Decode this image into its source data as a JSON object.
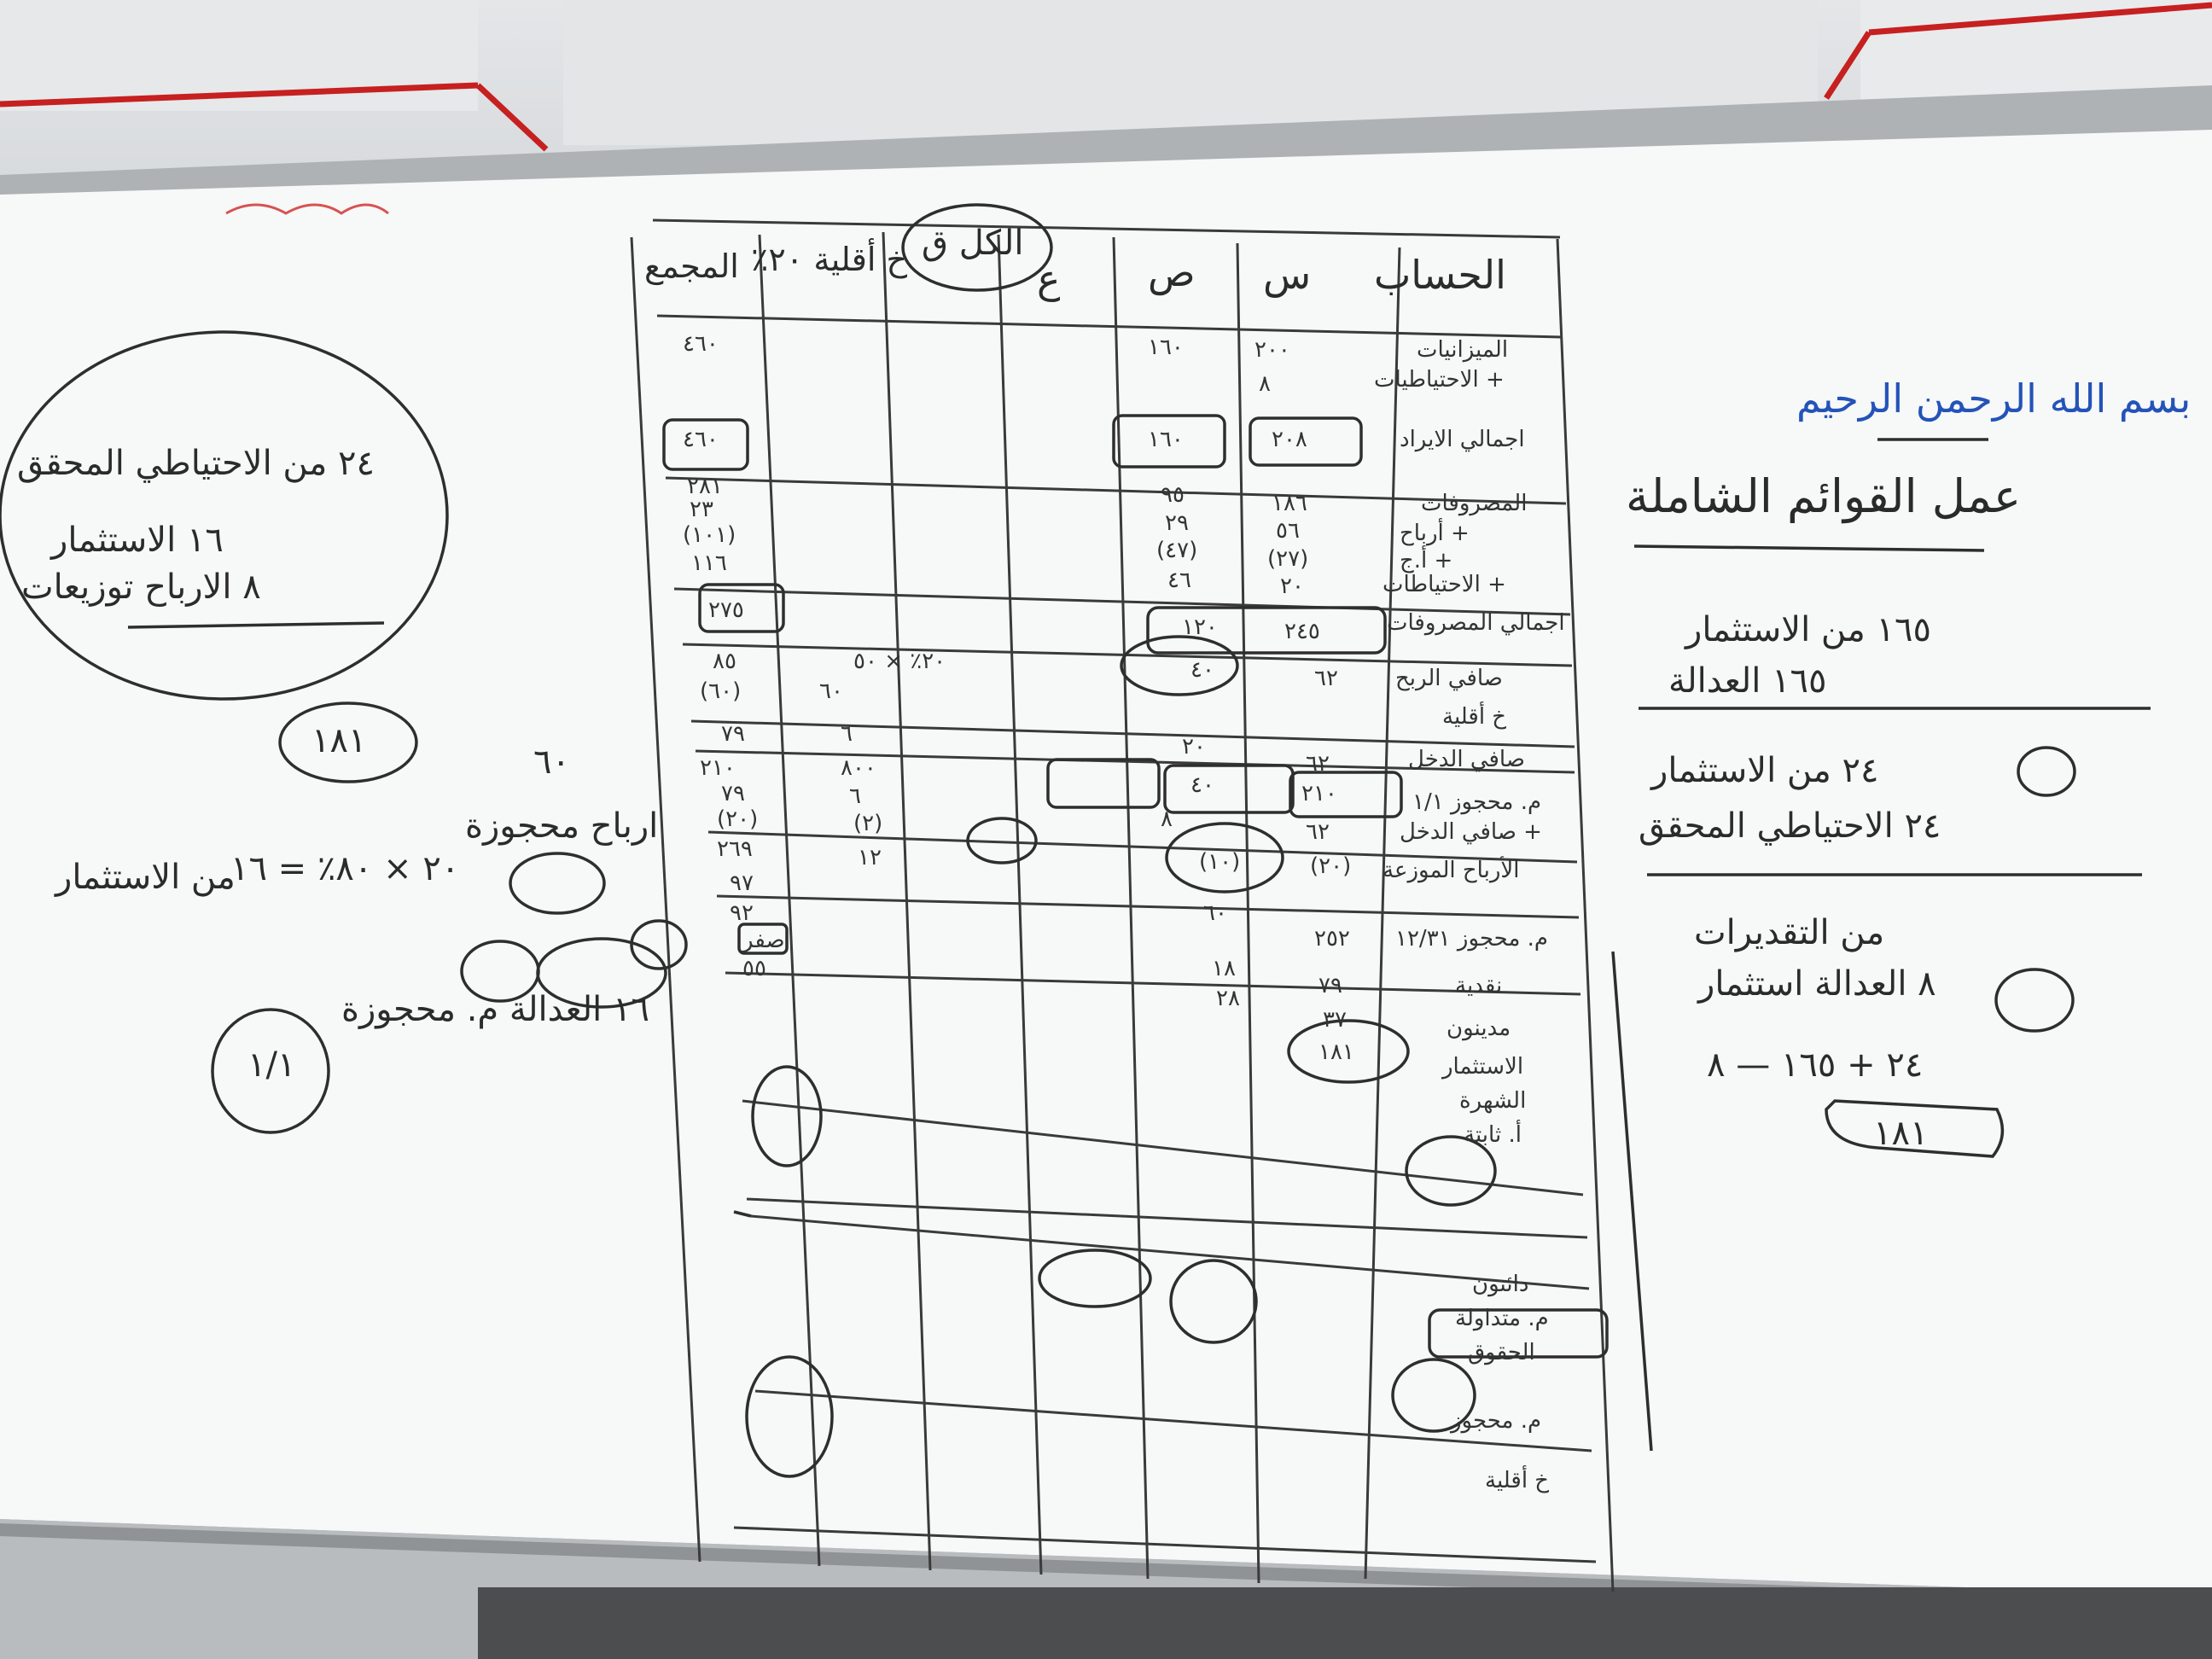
{
  "photo": {
    "subject": "whiteboard",
    "colors": {
      "ink": "#2b2b2b",
      "blue_ink": "#2453b8",
      "board": "#f7f8f8",
      "tray": "#b9bcbf"
    }
  },
  "board": {
    "title_blue": "بسم الله الرحمن الرحيم",
    "subtitle": "عمل القوائم الشاملة",
    "table_headers": [
      "الحساب",
      "س",
      "ص",
      "ع",
      "الكل ق",
      "خ أقلية ٢٠٪",
      "المجمع"
    ],
    "row_labels": [
      "الميزانيات",
      "+ الاحتياطيات",
      "اجمالي الايراد",
      "المصروفات",
      "+ أرباح",
      "+ أ.ج",
      "+ الاحتياطات",
      "اجمالي المصروفات",
      "صافي الربح",
      "خ أقلية",
      "صافي الدخل",
      "م. محجوز ١/١",
      "+ صافي الدخل",
      "الأرباح الموزعة",
      "م. محجوز ١٢/٣١",
      "نقدية",
      "مدينون",
      "الاستثمار",
      "الشهرة",
      "أ. ثابتة",
      "دائنون",
      "م. متداولة",
      "الحقوق",
      "م. محجوز",
      "خ أقلية"
    ],
    "col_s": [
      "٢٠٠",
      "٨",
      "٢٠٨",
      "١٨٦",
      "٥٦",
      "(٢٧)",
      "٢٠",
      "٢٤٥",
      "٦٢",
      "٦٢",
      "٢١٠",
      "٦٢",
      "(٢٠)",
      "٢٥٢",
      "٧٩",
      "٣٧",
      "١٨١"
    ],
    "col_p": [
      "١٦٠",
      "١٦٠",
      "٩٥",
      "٢٩",
      "(٤٧)",
      "٤٦",
      "١٢٠",
      "٤٠",
      "٢٠",
      "٤٠",
      "٨",
      "(١٠)",
      "٦٠",
      "١٨",
      "٢٨"
    ],
    "col_total": [
      "٤٦٠",
      "٤٦٠",
      "٢٨١",
      "٢٣",
      "(١٠١)",
      "١١٦",
      "٢٧٥",
      "٨٥",
      "(٦٠)",
      "٧٩",
      "٢١٠",
      "٧٩",
      "(٢٠)",
      "٢٦٩",
      "٩٧",
      "٩٢",
      "صفر",
      "٥٥"
    ],
    "col_minority": [
      "٢٠٪ × ٥٠",
      "٦٠",
      "٦",
      "٨٠٠",
      "٦",
      "(٢)",
      "١٢"
    ],
    "right_notes": [
      "١٦٥ من الاستثمار",
      "١٦٥ العدالة",
      "٢٤ من الاستثمار",
      "٢٤ الاحتياطي المحقق",
      "من التقديرات",
      "٨ العدالة استثمار",
      "٢٤ + ١٦٥ — ٨",
      "١٨١"
    ],
    "left_notes": [
      "٢٤ من الاحتياطي المحقق",
      "١٦ الاستثمار",
      "٨ الارباح توزيعات",
      "١٨١",
      "٦٠",
      "ارباح محجوزة",
      "٢٠ × ٨٠٪ = ١٦",
      "من الاستثمار",
      "١٦ العدالة م. محجوزة",
      "١/١"
    ]
  }
}
